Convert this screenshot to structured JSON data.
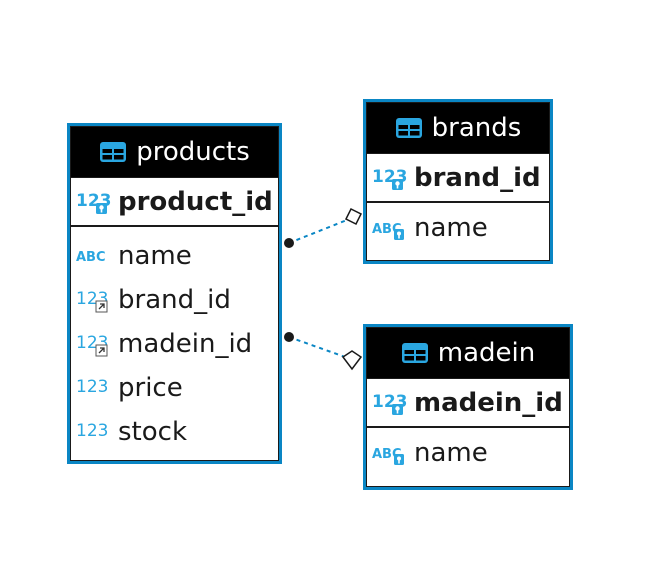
{
  "tables": {
    "products": {
      "name": "products",
      "pk": "product_id",
      "columns": [
        {
          "name": "name",
          "type_icon": "text-type-icon"
        },
        {
          "name": "brand_id",
          "type_icon": "numeric-fk-icon"
        },
        {
          "name": "madein_id",
          "type_icon": "numeric-fk-icon"
        },
        {
          "name": "price",
          "type_icon": "numeric-type-icon"
        },
        {
          "name": "stock",
          "type_icon": "numeric-type-icon"
        }
      ]
    },
    "brands": {
      "name": "brands",
      "pk": "brand_id",
      "columns": [
        {
          "name": "name",
          "type_icon": "text-key-icon"
        }
      ]
    },
    "madein": {
      "name": "madein",
      "pk": "madein_id",
      "columns": [
        {
          "name": "name",
          "type_icon": "text-key-icon"
        }
      ]
    }
  },
  "relationships": [
    {
      "from": "products",
      "to": "brands"
    },
    {
      "from": "products",
      "to": "madein"
    }
  ],
  "colors": {
    "accent": "#0a86c4",
    "header_bg": "#000000",
    "header_text": "#ffffff",
    "link": "#0a86c4"
  }
}
